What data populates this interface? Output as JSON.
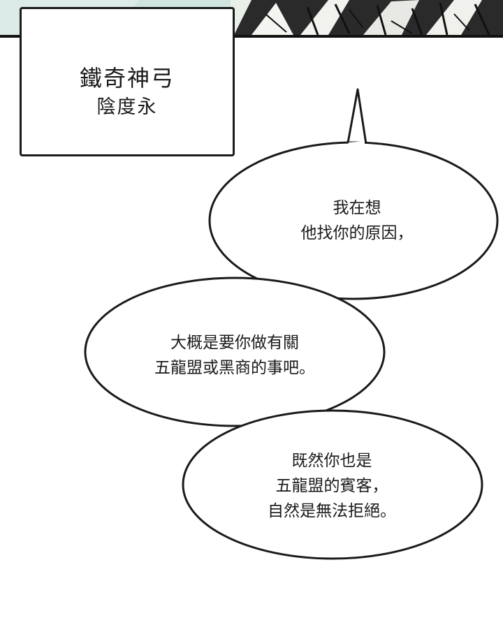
{
  "caption": {
    "title": "鐵奇神弓",
    "name": "陰度永"
  },
  "bubbles": [
    {
      "lines": [
        "我在想",
        "他找你的原因，"
      ]
    },
    {
      "lines": [
        "大概是要你做有關",
        "五龍盟或黑商的事吧。"
      ]
    },
    {
      "lines": [
        "既然你也是",
        "五龍盟的賓客，",
        "自然是無法拒絕。"
      ]
    }
  ],
  "colors": {
    "ink": "#1a1a1a",
    "paper": "#ffffff",
    "sky": "#cfe4df"
  }
}
